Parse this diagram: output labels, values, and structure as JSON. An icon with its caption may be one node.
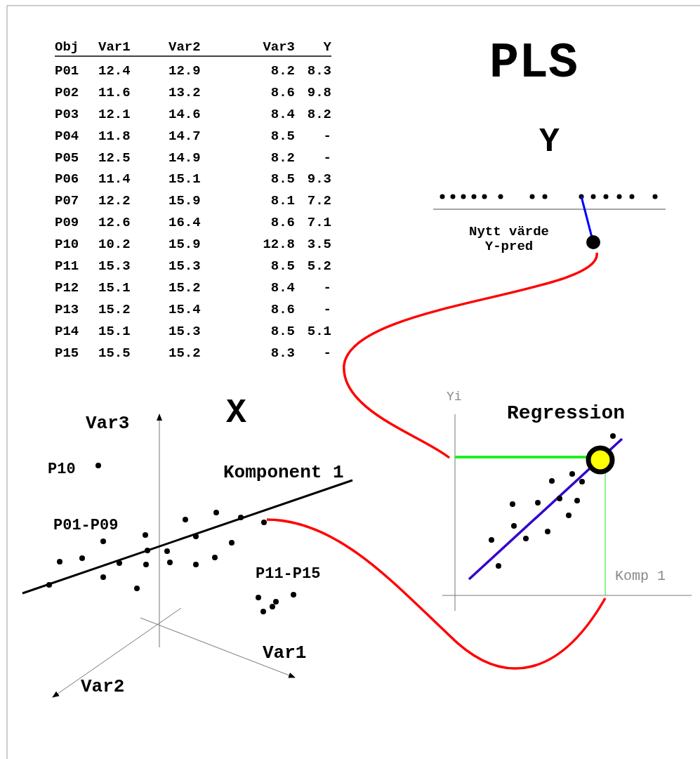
{
  "diagram": {
    "title": "PLS",
    "labels": [
      "Obj",
      "Var1",
      "Var2",
      "Var3",
      "Y",
      "P01",
      "12.4",
      "12.9",
      "8.2",
      "8.3",
      "P02",
      "11.6",
      "13.2",
      "8.6",
      "9.8",
      "P03",
      "12.1",
      "14.6",
      "8.4",
      "8.2",
      "P04",
      "11.8",
      "14.7",
      "8.5",
      "-",
      "P05",
      "12.5",
      "14.9",
      "8.2",
      "-",
      "P06",
      "11.4",
      "15.1",
      "8.5",
      "9.3",
      "P07",
      "12.2",
      "15.9",
      "8.1",
      "7.2",
      "P09",
      "12.6",
      "16.4",
      "8.6",
      "7.1",
      "P10",
      "10.2",
      "15.9",
      "12.8",
      "3.5",
      "P11",
      "15.3",
      "15.3",
      "8.5",
      "5.2",
      "P12",
      "15.1",
      "15.2",
      "8.4",
      "-",
      "P13",
      "15.2",
      "15.4",
      "8.6",
      "-",
      "P14",
      "15.1",
      "15.3",
      "8.5",
      "5.1",
      "P15",
      "15.5",
      "15.2",
      "8.3",
      "-",
      "Y",
      "Nytt värde Y-pred",
      "X",
      "Yi",
      "Regression",
      "Var3",
      "P10",
      "Komponent 1",
      "P01-P09",
      "P11-P15",
      "Komp 1",
      "Var1",
      "Var2"
    ]
  }
}
